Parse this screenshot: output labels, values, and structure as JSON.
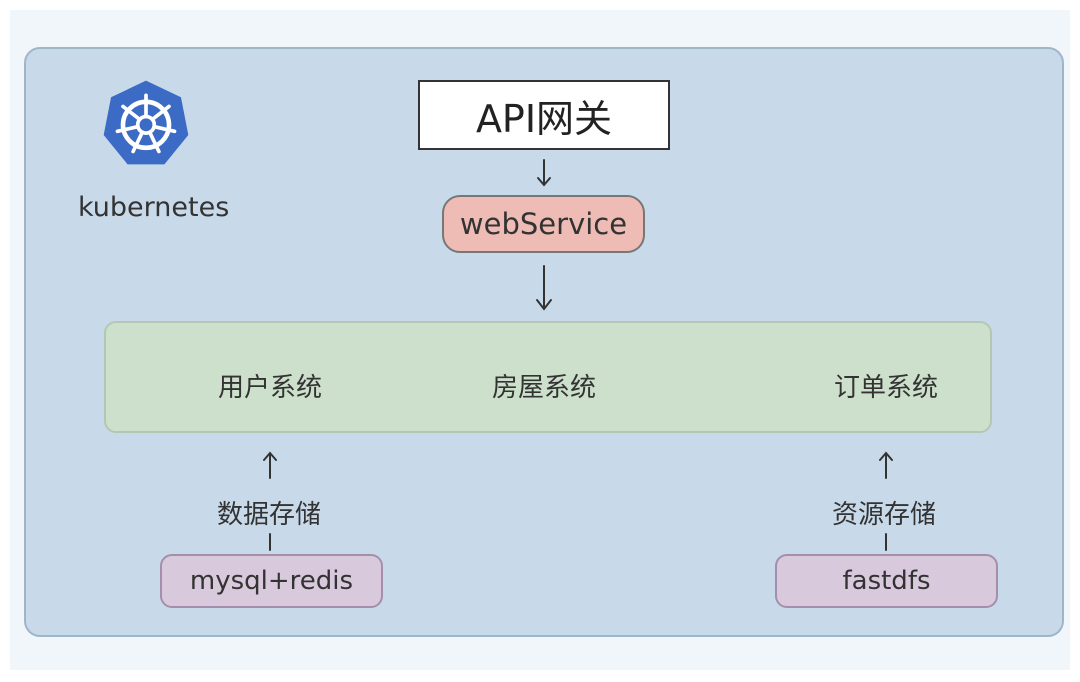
{
  "platform": {
    "label": "kubernetes",
    "logo_color": "#3b6bc5"
  },
  "gateway": {
    "label": "API网关"
  },
  "web_service": {
    "label": "webService"
  },
  "services": [
    {
      "label": "用户系统"
    },
    {
      "label": "房屋系统"
    },
    {
      "label": "订单系统"
    }
  ],
  "storage": [
    {
      "relation": "数据存储",
      "label": "mysql+redis"
    },
    {
      "relation": "资源存储",
      "label": "fastdfs"
    }
  ],
  "colors": {
    "cluster_bg": "#c8daea",
    "web_service_bg": "#eebbb5",
    "services_bg": "#cde0cb",
    "storage_bg": "#d9c9dc"
  }
}
